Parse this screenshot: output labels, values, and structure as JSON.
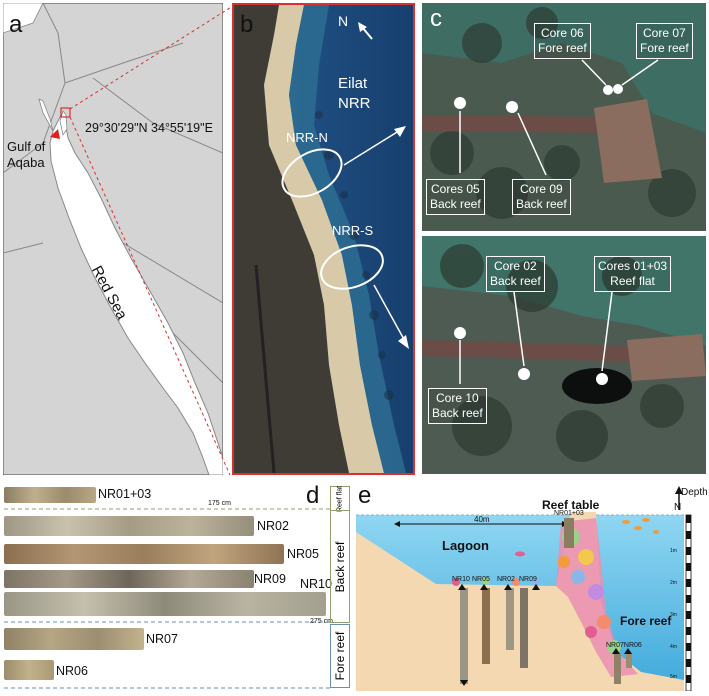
{
  "panel_a": {
    "label": "a",
    "coords": "29°30'29\"N 34°55'19\"E",
    "gulf_line1": "Gulf of",
    "gulf_line2": "Aqaba",
    "sea": "Red Sea"
  },
  "panel_b": {
    "label": "b",
    "north": "N",
    "site_line1": "Eilat",
    "site_line2": "NRR",
    "north_site": "NRR-N",
    "south_site": "NRR-S"
  },
  "panel_c": {
    "label": "c",
    "top_boxes": [
      {
        "line1": "Core 06",
        "line2": "Fore reef"
      },
      {
        "line1": "Core 07",
        "line2": "Fore reef"
      },
      {
        "line1": "Cores 05",
        "line2": "Back reef"
      },
      {
        "line1": "Core 09",
        "line2": "Back reef"
      }
    ],
    "bottom_boxes": [
      {
        "line1": "Core 02",
        "line2": "Back reef"
      },
      {
        "line1": "Cores 01+03",
        "line2": "Reef flat"
      },
      {
        "line1": "Core 10",
        "line2": "Back reef"
      }
    ]
  },
  "panel_d": {
    "label": "d",
    "cores": [
      "NR01+03",
      "NR02",
      "NR05",
      "NR09",
      "NR10",
      "NR07",
      "NR06"
    ],
    "scale_175": "175 cm",
    "scale_275": "275 cm",
    "zone_reef_flat": "Reef flat",
    "zone_back_reef": "Back reef",
    "zone_fore_reef": "Fore reef"
  },
  "panel_e": {
    "label": "e",
    "reef_table": "Reef table",
    "core_top": "NR01+03",
    "distance": "40m",
    "lagoon": "Lagoon",
    "fore_reef": "Fore reef",
    "north": "N",
    "depth": "Depth",
    "back_cores": [
      "NR10",
      "NR05",
      "NR02",
      "NR09"
    ],
    "fore_cores": "NR07NR06",
    "depth_ticks": [
      "1m",
      "2m",
      "3m",
      "4m",
      "5m"
    ]
  },
  "colors": {
    "red_sea_fill": "#ffffff",
    "land_fill": "#d4d4d4",
    "border_red": "#d93030",
    "water_deep": "#1f4f82",
    "water_shallow": "#45b6e0",
    "sand": "#f3d8b2"
  }
}
